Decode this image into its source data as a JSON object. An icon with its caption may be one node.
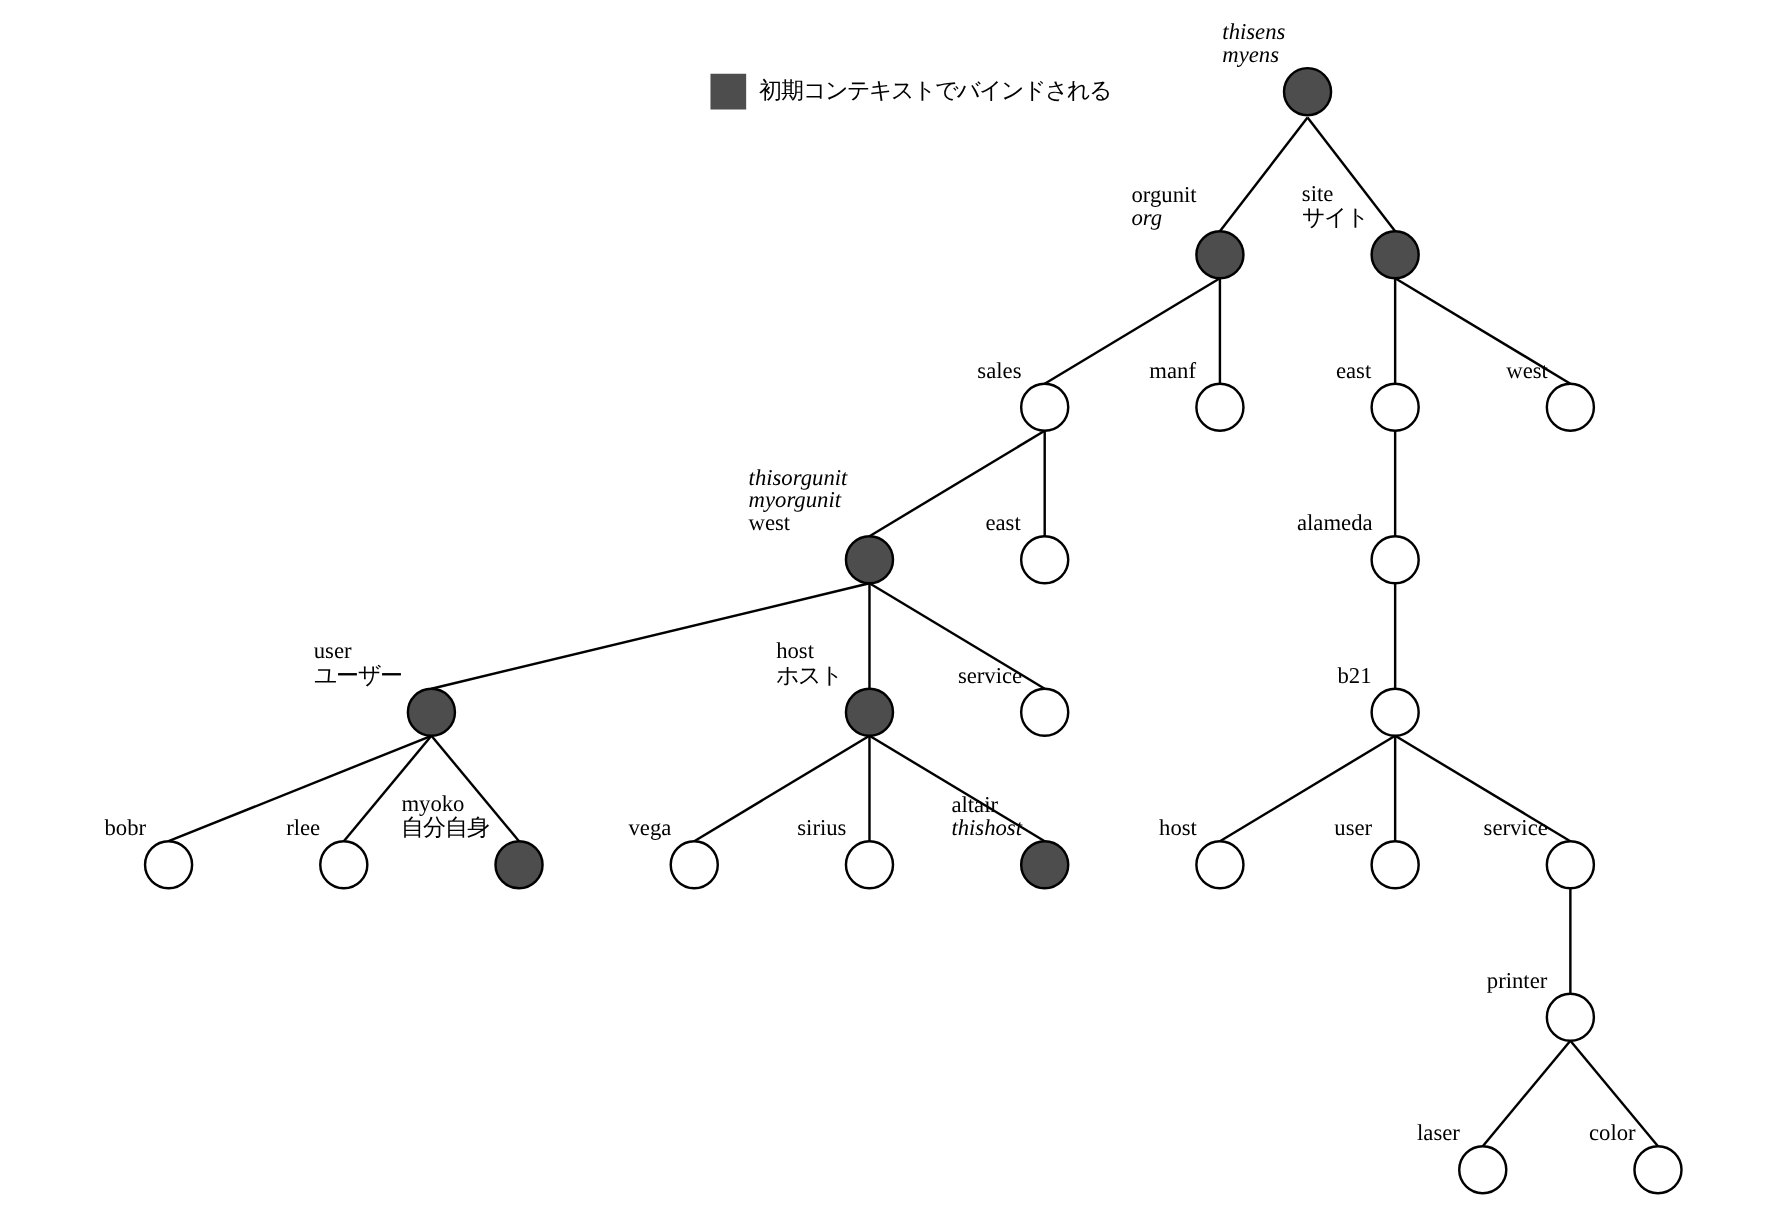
{
  "diagram": {
    "nodes": [
      {
        "text": [],
        "shape": "circle",
        "beside": [
          "thisens",
          "myens"
        ]
      },
      {
        "text": [],
        "shape": "circle",
        "beside": [
          "orgunit",
          "org"
        ]
      },
      {
        "text": [],
        "shape": "circle",
        "beside": [
          "site",
          "サイト"
        ]
      },
      {
        "text": [],
        "shape": "circle",
        "beside": [
          "sales"
        ]
      },
      {
        "text": [],
        "shape": "circle",
        "beside": [
          "manf"
        ]
      },
      {
        "text": [],
        "shape": "circle",
        "beside": [
          "east"
        ]
      },
      {
        "text": [],
        "shape": "circle",
        "beside": [
          "west"
        ]
      },
      {
        "text": [],
        "shape": "circle",
        "beside": [
          "thisorgunit",
          "myorgunit",
          "west"
        ]
      },
      {
        "text": [],
        "shape": "circle",
        "beside": [
          "east"
        ]
      },
      {
        "text": [],
        "shape": "circle",
        "beside": [
          "alameda"
        ]
      },
      {
        "text": [],
        "shape": "circle",
        "beside": [
          "user",
          "ユーザー"
        ]
      },
      {
        "text": [],
        "shape": "circle",
        "beside": [
          "host",
          "ホスト"
        ]
      },
      {
        "text": [],
        "shape": "circle",
        "beside": [
          "service"
        ]
      },
      {
        "text": [],
        "shape": "circle",
        "beside": [
          "b21"
        ]
      },
      {
        "text": [],
        "shape": "circle",
        "beside": [
          "bobr"
        ]
      },
      {
        "text": [],
        "shape": "circle",
        "beside": [
          "rlee"
        ]
      },
      {
        "text": [],
        "shape": "circle",
        "beside": [
          "myoko",
          "自分自身"
        ]
      },
      {
        "text": [],
        "shape": "circle",
        "beside": [
          "host"
        ]
      },
      {
        "text": [],
        "shape": "circle",
        "beside": [
          "user"
        ]
      },
      {
        "text": [],
        "shape": "circle",
        "beside": [
          "service"
        ]
      },
      {
        "text": [],
        "shape": "circle",
        "beside": [
          "vega"
        ]
      },
      {
        "text": [],
        "shape": "circle",
        "beside": [
          "sirius"
        ]
      },
      {
        "text": [],
        "shape": "circle",
        "beside": [
          "altair",
          "thishost"
        ]
      },
      {
        "text": [],
        "shape": "circle",
        "beside": [
          "printer"
        ]
      },
      {
        "text": [],
        "shape": "circle",
        "beside": [
          "laser"
        ]
      },
      {
        "text": [],
        "shape": "circle",
        "beside": [
          "color"
        ]
      }
    ],
    "edges": [
      {
        "from": 0,
        "to": 1,
        "arrow": "none"
      },
      {
        "from": 0,
        "to": 2,
        "arrow": "none"
      },
      {
        "from": 1,
        "to": 3,
        "arrow": "none"
      },
      {
        "from": 1,
        "to": 4,
        "arrow": "none"
      },
      {
        "from": 2,
        "to": 5,
        "arrow": "none"
      },
      {
        "from": 2,
        "to": 6,
        "arrow": "none"
      },
      {
        "from": 3,
        "to": 7,
        "arrow": "none"
      },
      {
        "from": 3,
        "to": 8,
        "arrow": "none"
      },
      {
        "from": 5,
        "to": 9,
        "arrow": "none"
      },
      {
        "from": 7,
        "to": 10,
        "arrow": "none"
      },
      {
        "from": 7,
        "to": 11,
        "arrow": "none"
      },
      {
        "from": 7,
        "to": 12,
        "arrow": "none"
      },
      {
        "from": 9,
        "to": 13,
        "arrow": "none"
      },
      {
        "from": 10,
        "to": 14,
        "arrow": "none"
      },
      {
        "from": 10,
        "to": 15,
        "arrow": "none"
      },
      {
        "from": 10,
        "to": 16,
        "arrow": "none"
      },
      {
        "from": 13,
        "to": 17,
        "arrow": "none"
      },
      {
        "from": 13,
        "to": 18,
        "arrow": "none"
      },
      {
        "from": 13,
        "to": 19,
        "arrow": "none"
      },
      {
        "from": 11,
        "to": 20,
        "arrow": "none"
      },
      {
        "from": 11,
        "to": 21,
        "arrow": "none"
      },
      {
        "from": 11,
        "to": 22,
        "arrow": "none"
      },
      {
        "from": 19,
        "to": 23,
        "arrow": "none"
      },
      {
        "from": 23,
        "to": 24,
        "arrow": "none"
      },
      {
        "from": 23,
        "to": 25,
        "arrow": "none"
      }
    ],
    "legend": [
      {
        "text": "初期コンテキストでバインドされる",
        "color": "#4d4d4d"
      }
    ]
  }
}
